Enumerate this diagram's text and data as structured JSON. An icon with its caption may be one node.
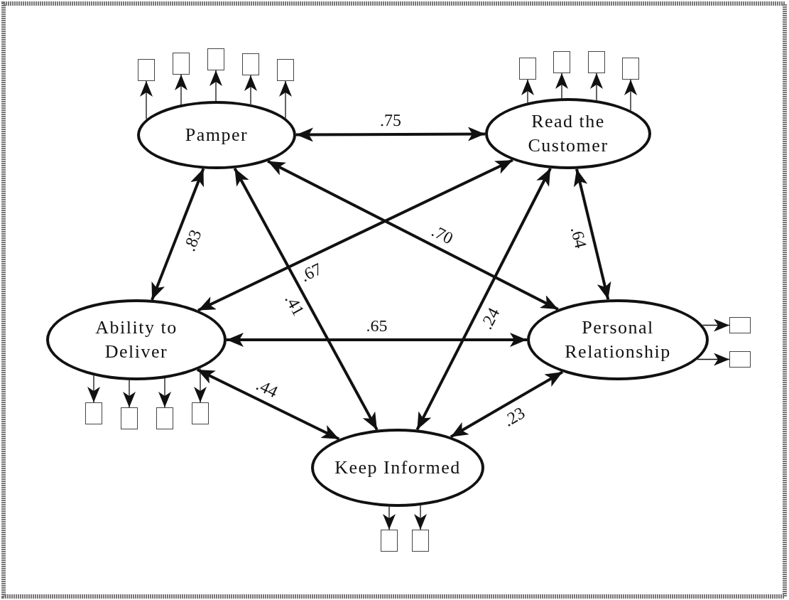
{
  "diagram": {
    "nodes": [
      {
        "text": [
          "Pamper"
        ]
      },
      {
        "text": [
          "Read the Customer"
        ]
      },
      {
        "text": [
          "Ability to Deliver"
        ]
      },
      {
        "text": [
          "Personal Relationship"
        ]
      },
      {
        "text": [
          "Keep Informed"
        ]
      },
      {
        "text": [],
        "shape": "box"
      },
      {
        "text": [],
        "shape": "box"
      },
      {
        "text": [],
        "shape": "box"
      },
      {
        "text": [],
        "shape": "box"
      },
      {
        "text": [],
        "shape": "box"
      },
      {
        "text": [],
        "shape": "box"
      },
      {
        "text": [],
        "shape": "box"
      },
      {
        "text": [],
        "shape": "box"
      },
      {
        "text": [],
        "shape": "box"
      },
      {
        "text": [],
        "shape": "box"
      },
      {
        "text": [],
        "shape": "box"
      },
      {
        "text": [],
        "shape": "box"
      },
      {
        "text": [],
        "shape": "box"
      },
      {
        "text": [],
        "shape": "box"
      },
      {
        "text": [],
        "shape": "box"
      },
      {
        "text": [],
        "shape": "box"
      },
      {
        "text": [],
        "shape": "box"
      }
    ],
    "edges": [
      {
        "from": 0,
        "to": 1,
        "arrow": "both",
        "label": ".75",
        "style": "thick"
      },
      {
        "from": 0,
        "to": 2,
        "arrow": "both",
        "label": ".83",
        "style": "thick"
      },
      {
        "from": 1,
        "to": 2,
        "arrow": "both",
        "label": ".67",
        "style": "thick"
      },
      {
        "from": 0,
        "to": 3,
        "arrow": "both",
        "label": ".70",
        "style": "thick"
      },
      {
        "from": 0,
        "to": 4,
        "arrow": "both",
        "label": ".41",
        "style": "thick"
      },
      {
        "from": 1,
        "to": 4,
        "arrow": "both",
        "label": ".24",
        "style": "thick"
      },
      {
        "from": 1,
        "to": 3,
        "arrow": "both",
        "label": ".64",
        "style": "thick"
      },
      {
        "from": 2,
        "to": 3,
        "arrow": "both",
        "label": ".65",
        "style": "thick"
      },
      {
        "from": 2,
        "to": 4,
        "arrow": "both",
        "label": ".44",
        "style": "thick"
      },
      {
        "from": 3,
        "to": 4,
        "arrow": "both",
        "label": ".23",
        "style": "thick"
      },
      {
        "from": 0,
        "to": 5,
        "arrow": "to"
      },
      {
        "from": 0,
        "to": 6,
        "arrow": "to"
      },
      {
        "from": 0,
        "to": 7,
        "arrow": "to"
      },
      {
        "from": 0,
        "to": 8,
        "arrow": "to"
      },
      {
        "from": 0,
        "to": 9,
        "arrow": "to"
      },
      {
        "from": 1,
        "to": 10,
        "arrow": "to"
      },
      {
        "from": 1,
        "to": 11,
        "arrow": "to"
      },
      {
        "from": 1,
        "to": 12,
        "arrow": "to"
      },
      {
        "from": 1,
        "to": 13,
        "arrow": "to"
      },
      {
        "from": 3,
        "to": 14,
        "arrow": "to"
      },
      {
        "from": 3,
        "to": 15,
        "arrow": "to"
      },
      {
        "from": 2,
        "to": 16,
        "arrow": "to"
      },
      {
        "from": 2,
        "to": 17,
        "arrow": "to"
      },
      {
        "from": 2,
        "to": 18,
        "arrow": "to"
      },
      {
        "from": 2,
        "to": 19,
        "arrow": "to"
      },
      {
        "from": 4,
        "to": 20,
        "arrow": "to"
      },
      {
        "from": 4,
        "to": 21,
        "arrow": "to"
      }
    ]
  }
}
